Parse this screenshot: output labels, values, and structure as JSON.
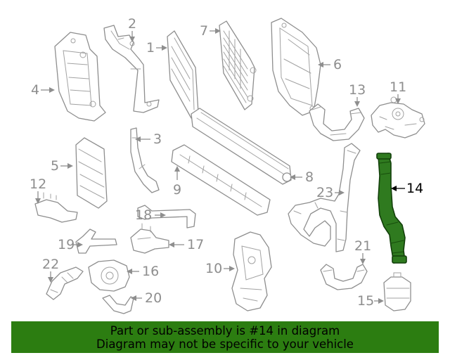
{
  "callouts": [
    {
      "label": "1"
    },
    {
      "label": "2"
    },
    {
      "label": "3"
    },
    {
      "label": "4"
    },
    {
      "label": "5"
    },
    {
      "label": "6"
    },
    {
      "label": "7"
    },
    {
      "label": "8"
    },
    {
      "label": "9"
    },
    {
      "label": "10"
    },
    {
      "label": "11"
    },
    {
      "label": "12"
    },
    {
      "label": "13"
    },
    {
      "label": "14",
      "highlighted": true
    },
    {
      "label": "15"
    },
    {
      "label": "16"
    },
    {
      "label": "17"
    },
    {
      "label": "18"
    },
    {
      "label": "19"
    },
    {
      "label": "20"
    },
    {
      "label": "21"
    },
    {
      "label": "22"
    },
    {
      "label": "23"
    }
  ],
  "banner": {
    "line1": "Part or sub-assembly is #14 in diagram",
    "line2": "Diagram may not be specific to your vehicle"
  },
  "colors": {
    "highlight_part": "#2f7a1f",
    "banner_background": "#2c7d11",
    "line_art": "#8e8e8e"
  }
}
